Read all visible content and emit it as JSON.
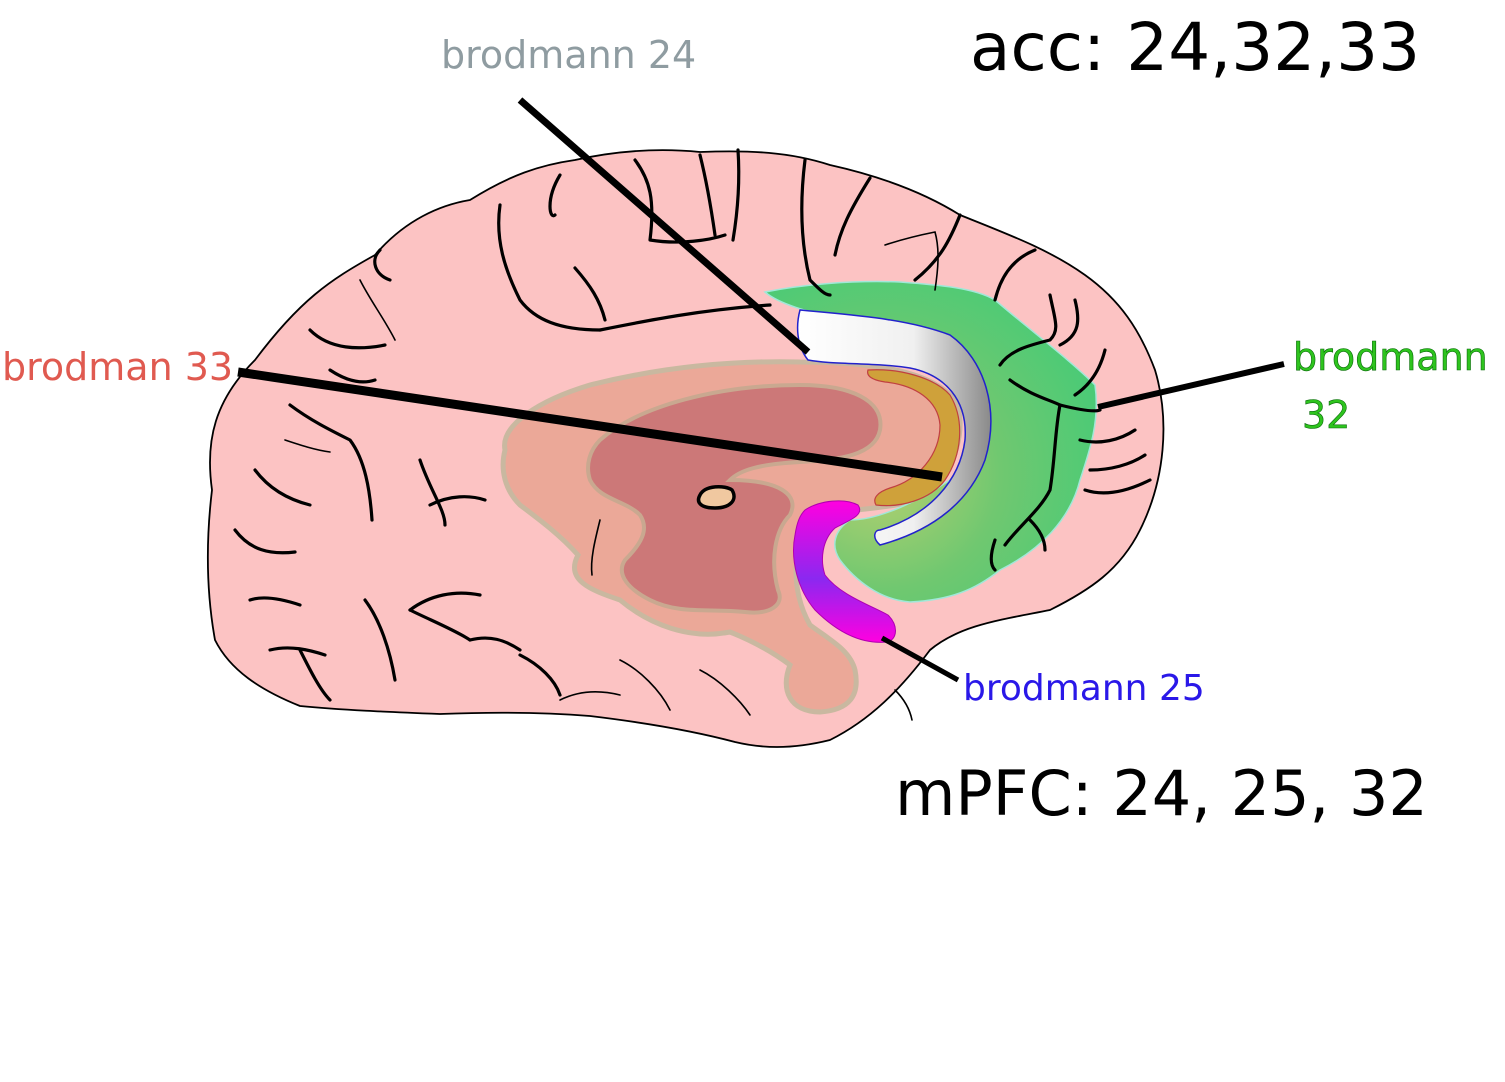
{
  "headings": {
    "acc": "acc: 24,32,33",
    "mpfc": "mPFC:  24, 25, 32"
  },
  "labels": {
    "ba24": "brodmann 24",
    "ba33": "brodman 33",
    "ba32_line1": "brodmann",
    "ba32_line2": "32",
    "ba25": "brodmann 25"
  },
  "colors": {
    "brain": "#fcc3c3",
    "limbic_outer": "#eba898",
    "limbic_inner": "#cc7878",
    "ba32": "#3ecb78",
    "ba24": "#ffffff",
    "ba33": "#cca030",
    "ba25_top": "#ff00e0",
    "ba25_mid": "#8b28f0",
    "label_ba24": "#8f9ca1",
    "label_ba33": "#e05a50",
    "label_ba32": "#2ec41e",
    "label_ba25": "#2a18e8"
  }
}
